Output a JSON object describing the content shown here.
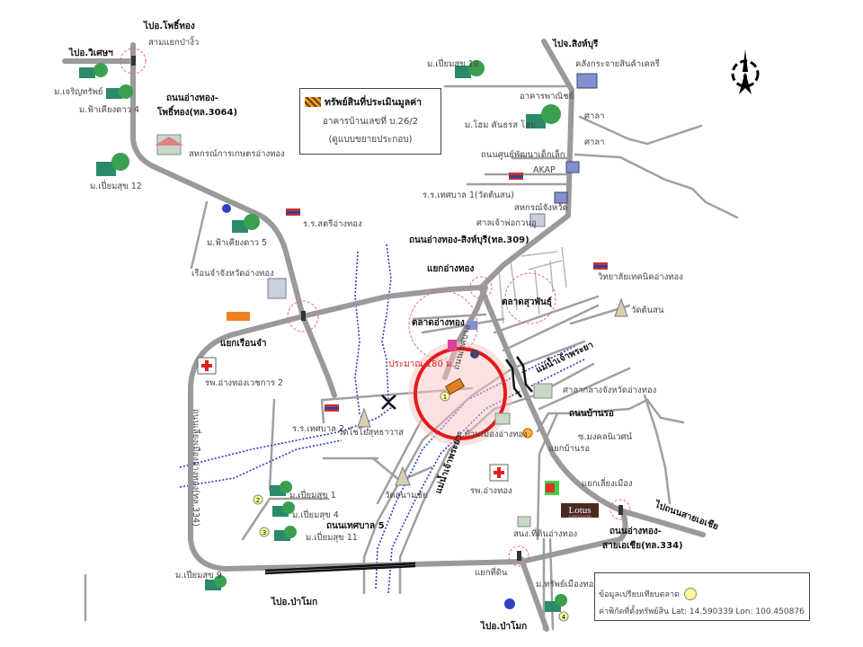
{
  "legend": {
    "title": "ทรัพย์สินที่ประเมินมูลค่า",
    "line1": "อาคารบ้านเลขที่ บ.26/2",
    "line2": "(ดูแบบขยายประกอบ)"
  },
  "info": {
    "market_label": "ข้อมูลเปรียบเทียบตลาด",
    "coords": "ค่าพิกัดที่ตั้งทรัพย์สิน Lat: 14.590339 Lon: 100.450876"
  },
  "compass": "N",
  "colors": {
    "road": "#9a9a9a",
    "river": "#3535c8",
    "highlight": "#e41b1b",
    "marker": "#ffff99"
  },
  "labels": {
    "to_phothong": "ไปอ.โพธิ์ทอง",
    "sam_yaek": "สามแยกป่างิ้ว",
    "to_wiset": "ไปอ.วิเศษฯ",
    "charoensap": "ม.เจริญทรัพย์",
    "fa4": "ม.ฟ้าเคียงดาว 4",
    "road3064a": "ถนนอ่างทอง-",
    "road3064b": "โพธิ์ทอง(ทล.3064)",
    "coop_agri": "สหกรณ์การเกษตรอ่างทอง",
    "piam12": "ม.เปี่ยมสุข 12",
    "fa5": "ม.ฟ้าเคียงดาว 5",
    "satri": "ร.ร.สตรีอ่างทอง",
    "prison": "เรือนจำจังหวัดอ่างทอง",
    "yaek_prison": "แยกเรือนจำ",
    "hosp2": "รพ.อ่างทองเวชการ 2",
    "road334w": "ถนนเลี่ยงเมืองอ่างทอง(ทล.334)",
    "piam10": "ม.เปี่ยมสุข 10",
    "to_singburi": "ไปจ.สิงห์บุรี",
    "dairy": "คลังกระจายสินค้าเคลรี",
    "commercial": "อาคารพาณิชย์",
    "home": "ม.โฮม คันธรส โฮม",
    "sala1": "ศาลา",
    "sala2": "ศาลา",
    "road_child": "ถนนศูนย์พัฒนาเด็กเล็ก",
    "akap": "AKAP",
    "school1": "ร.ร.เทศบาล 1(วัดต้นสน)",
    "coop_prov": "สหกรณ์จังหวัด",
    "shrine": "ศาลเจ้าพ่อกวนอู",
    "road309": "ถนนอ่างทอง-สิงห์บุรี(ทล.309)",
    "yaek_angthong": "แยกอ่างทอง",
    "suphan_market": "ตลาดสุวพันธุ์",
    "tech_college": "วิทยาลัยเทคนิคอ่างทอง",
    "wat_tonson": "วัดต้นสน",
    "angthong_market": "ตลาดอ่างทอง",
    "approx": "ประมาณ 180 ม.",
    "road_tessaban": "ถนนเทศบาล",
    "river1": "แม่น้ำเจ้าพระยา",
    "river2": "แม่น้ำเจ้าพระยา",
    "city_hall": "ศาลากลางจังหวัดอ่างทอง",
    "school2": "ร.ร.เทศบาล 2",
    "wat_chai": "วัดไชโยสุทธาวาส",
    "bank": "ธ.บ้านเมืองอ่างทอง",
    "road_banrot": "ถนนบ้านรอ",
    "mongkol": "ซ.มงคลนิเวศน์",
    "yaek_banrot": "แยกบ้านรอ",
    "hosp": "รพ.อ่างทอง",
    "yaek_liang": "แยกเลี่ยงเมือง",
    "wat_sanam": "วัดสนามชัย",
    "piam1": "ม.เปี่ยมสุข 1",
    "piam4": "ม.เปี่ยมสุข 4",
    "road_t5": "ถนนเทศบาล 5",
    "piam11": "ม.เปี่ยมสุข 11",
    "to_asia": "ไปถนนสายเอเชีย",
    "road334a": "ถนนอ่างทอง-",
    "road334b": "สายเอเชีย(ทล.334)",
    "land_office": "สนง.ที่ดินอ่างทอง",
    "piam9": "ม.เปี่ยมสุข 9",
    "yaek_thidin": "แยกที่ดิน",
    "to_pamok1": "ไปอ.ป่าโมก",
    "to_pamok2": "ไปอ.ป่าโมก",
    "sap_muang": "ม.ทรัพย์เมืองทอง",
    "lotus": "Lotus",
    "lotus_sub": "SUPERCENTER"
  },
  "markers": [
    "1",
    "2",
    "3",
    "4"
  ]
}
